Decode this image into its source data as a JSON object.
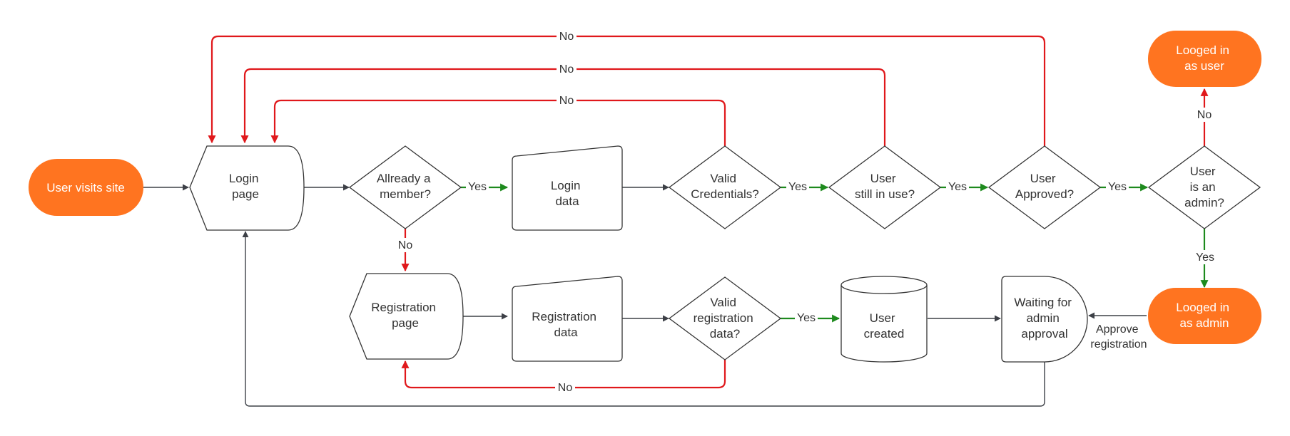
{
  "colors": {
    "terminal_fill": "#ff7420",
    "terminal_text": "#ffffff",
    "shape_stroke": "#333333",
    "line_neutral": "#3d4047",
    "line_no": "#e0181b",
    "line_yes": "#1d8a1d",
    "background": "#ffffff"
  },
  "nodes": {
    "start": {
      "lines": [
        "User visits site"
      ]
    },
    "login_page": {
      "lines": [
        "Login",
        "page"
      ]
    },
    "already_member": {
      "lines": [
        "Allready a",
        "member?"
      ]
    },
    "login_data": {
      "lines": [
        "Login",
        "data"
      ]
    },
    "valid_credentials": {
      "lines": [
        "Valid",
        "Credentials?"
      ]
    },
    "user_in_use": {
      "lines": [
        "User",
        "still in use?"
      ]
    },
    "user_approved": {
      "lines": [
        "User",
        "Approved?"
      ]
    },
    "user_admin": {
      "lines": [
        "User",
        "is an",
        "admin?"
      ]
    },
    "logged_user": {
      "lines": [
        "Looged in",
        "as user"
      ]
    },
    "logged_admin": {
      "lines": [
        "Looged in",
        "as admin"
      ]
    },
    "registration_page": {
      "lines": [
        "Registration",
        "page"
      ]
    },
    "registration_data": {
      "lines": [
        "Registration",
        "data"
      ]
    },
    "valid_registration": {
      "lines": [
        "Valid",
        "registration",
        "data?"
      ]
    },
    "user_created": {
      "lines": [
        "User",
        "created"
      ]
    },
    "waiting_approval": {
      "lines": [
        "Waiting for",
        "admin",
        "approval"
      ]
    }
  },
  "edges": {
    "member_yes": {
      "label": "Yes"
    },
    "member_no": {
      "label": "No"
    },
    "credentials_yes": {
      "label": "Yes"
    },
    "credentials_no": {
      "label": "No"
    },
    "in_use_yes": {
      "label": "Yes"
    },
    "in_use_no": {
      "label": "No"
    },
    "approved_yes": {
      "label": "Yes"
    },
    "approved_no": {
      "label": "No"
    },
    "admin_yes": {
      "label": "Yes"
    },
    "admin_no": {
      "label": "No"
    },
    "registration_yes": {
      "label": "Yes"
    },
    "registration_no": {
      "label": "No"
    },
    "approve_registration": {
      "lines": [
        "Approve",
        "registration"
      ]
    }
  }
}
